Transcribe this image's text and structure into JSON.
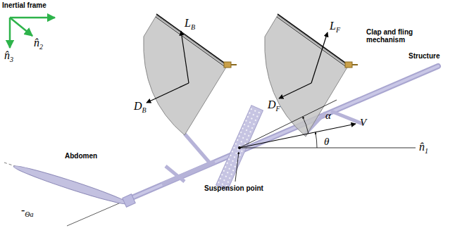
{
  "diagram": {
    "labels": [
      "Inertial frame",
      "n̂3",
      "n̂2",
      "LB",
      "DB",
      "LF",
      "DF",
      "Clap and fling mechanism",
      "Structure",
      "α",
      "V",
      "θ",
      "n̂1",
      "Abdomen",
      "Suspension point",
      "-Θa"
    ]
  }
}
